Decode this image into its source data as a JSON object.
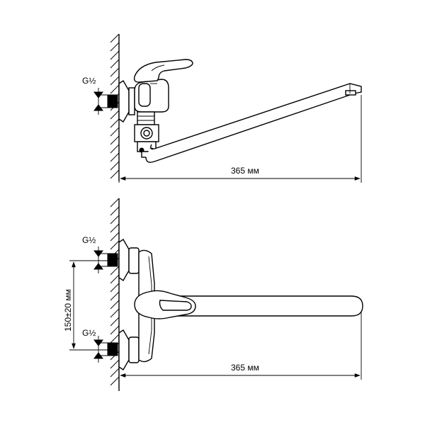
{
  "colors": {
    "line": "#000000",
    "background": "#ffffff"
  },
  "top_view": {
    "thread_label": "G½",
    "width_dimension": "365 мм"
  },
  "front_view": {
    "thread_label_upper": "G½",
    "thread_label_lower": "G½",
    "spacing_dimension": "150±20 мм",
    "width_dimension": "365 мм"
  }
}
